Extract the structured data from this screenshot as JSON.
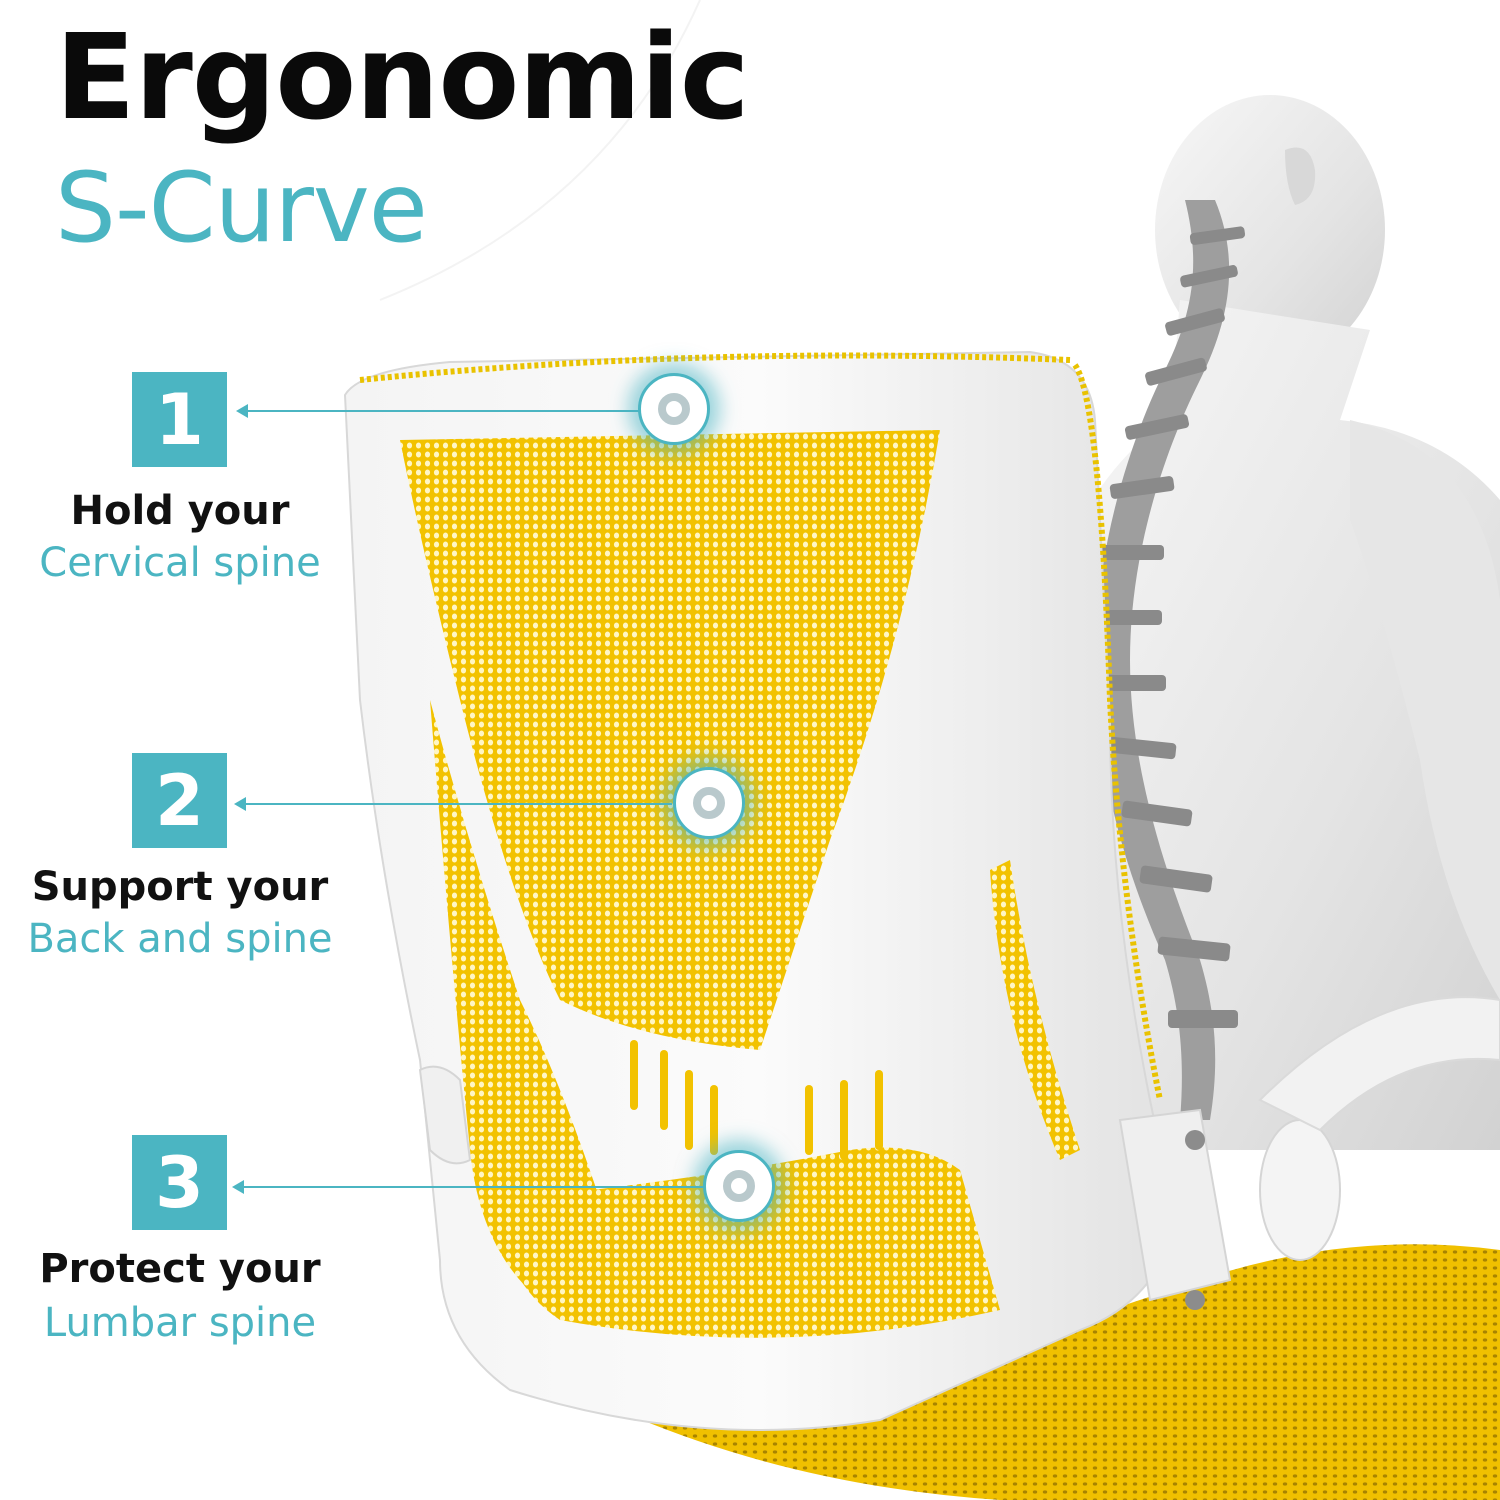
{
  "title": {
    "main": "Ergonomic",
    "sub": "S-Curve"
  },
  "features": [
    {
      "number": "1",
      "heading": "Hold your",
      "subheading": "Cervical spine"
    },
    {
      "number": "2",
      "heading": "Support your",
      "subheading": "Back and spine"
    },
    {
      "number": "3",
      "heading": "Protect your",
      "subheading": "Lumbar spine"
    }
  ],
  "colors": {
    "accent": "#4bb5c2",
    "heading": "#0a0a0a",
    "mesh": "#f2c200",
    "frame": "#ededed"
  },
  "illustration": {
    "subject": "office-chair-with-human-spine",
    "hotspots": [
      "cervical",
      "back",
      "lumbar"
    ]
  }
}
